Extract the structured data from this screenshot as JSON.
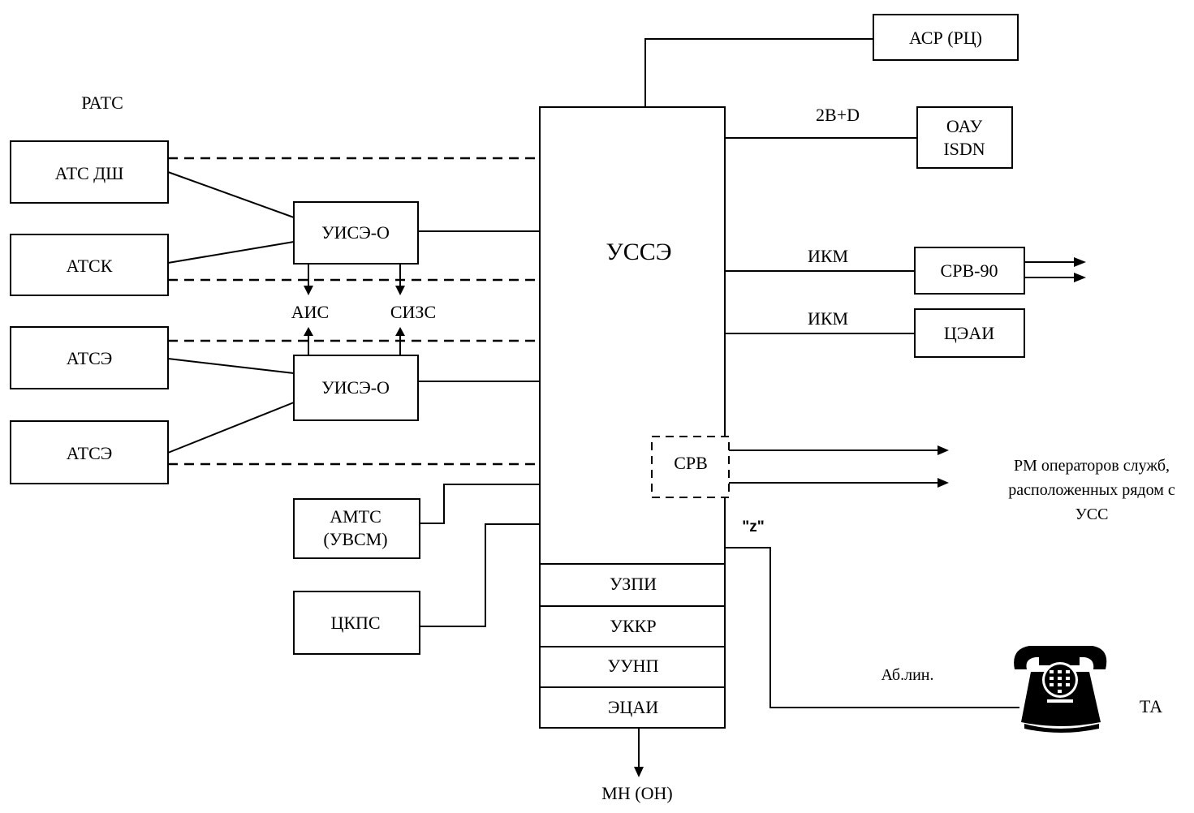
{
  "diagram": {
    "group_label": "РАТС",
    "left_stations": [
      "АТС ДШ",
      "АТСК",
      "АТСЭ",
      "АТСЭ"
    ],
    "uise_top": "УИСЭ-О",
    "uise_bottom": "УИСЭ-О",
    "ais": "АИС",
    "sizs": "СИЗС",
    "amts_line1": "АМТС",
    "amts_line2": "(УВСМ)",
    "ckps": "ЦКПС",
    "main_block": "УССЭ",
    "srv_inner": "СРВ",
    "sub_blocks": [
      "УЗПИ",
      "УККР",
      "УУНП",
      "ЭЦАИ"
    ],
    "bottom_out": "МН (ОН)",
    "asr": "АСР (РЦ)",
    "link_2bd": "2B+D",
    "oau_line1": "ОАУ",
    "oau_line2": "ISDN",
    "ikm1": "ИКМ",
    "srv90": "СРВ-90",
    "ikm2": "ИКМ",
    "ceai": "ЦЭАИ",
    "rm_line1": "РМ операторов служб,",
    "rm_line2": "расположенных рядом с",
    "rm_line3": "УСС",
    "z_label": "\"z\"",
    "ab_line": "Аб.лин.",
    "ta": "ТА",
    "phone_icon": "telephone-icon",
    "stroke_color": "#000000",
    "background_color": "#ffffff"
  }
}
